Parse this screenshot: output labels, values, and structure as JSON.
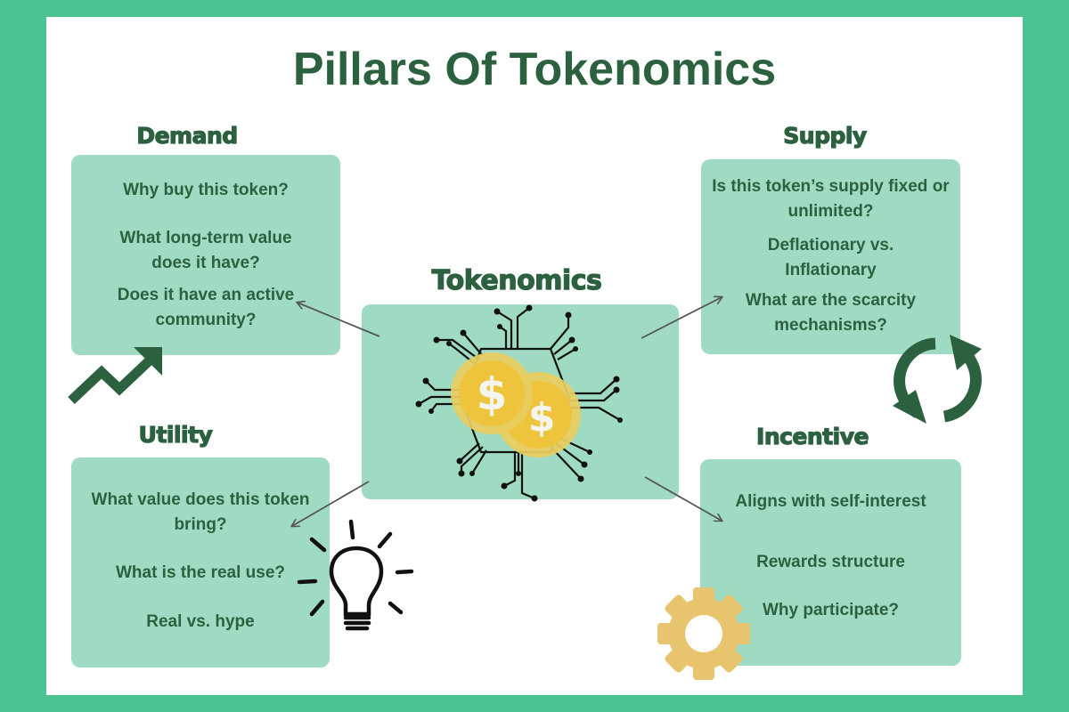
{
  "title": "Pillars Of Tokenomics",
  "colors": {
    "frame": "#4cc393",
    "canvas": "#ffffff",
    "card": "#9fdbc3",
    "text": "#2c6140",
    "coin": "#eec43d",
    "gear": "#e9c46e",
    "arrow": "#555555"
  },
  "center": {
    "heading": "Tokenomics",
    "icon": "coin-circuit-icon"
  },
  "pillars": {
    "demand": {
      "heading": "Demand",
      "items": [
        "Why buy this token?",
        "What long-term value does it have?",
        "Does it have an active community?"
      ],
      "icon": "trending-up-icon"
    },
    "supply": {
      "heading": "Supply",
      "items": [
        "Is this token’s supply fixed or unlimited?",
        "Deflationary vs. Inflationary",
        "What are the scarcity mechanisms?"
      ],
      "icon": "refresh-cycle-icon"
    },
    "utility": {
      "heading": "Utility",
      "items": [
        "What value does this token bring?",
        "What is the real use?",
        "Real vs. hype"
      ],
      "icon": "lightbulb-icon"
    },
    "incentive": {
      "heading": "Incentive",
      "items": [
        "Aligns with self-interest",
        "Rewards structure",
        "Why  participate?"
      ],
      "icon": "gear-icon"
    }
  }
}
